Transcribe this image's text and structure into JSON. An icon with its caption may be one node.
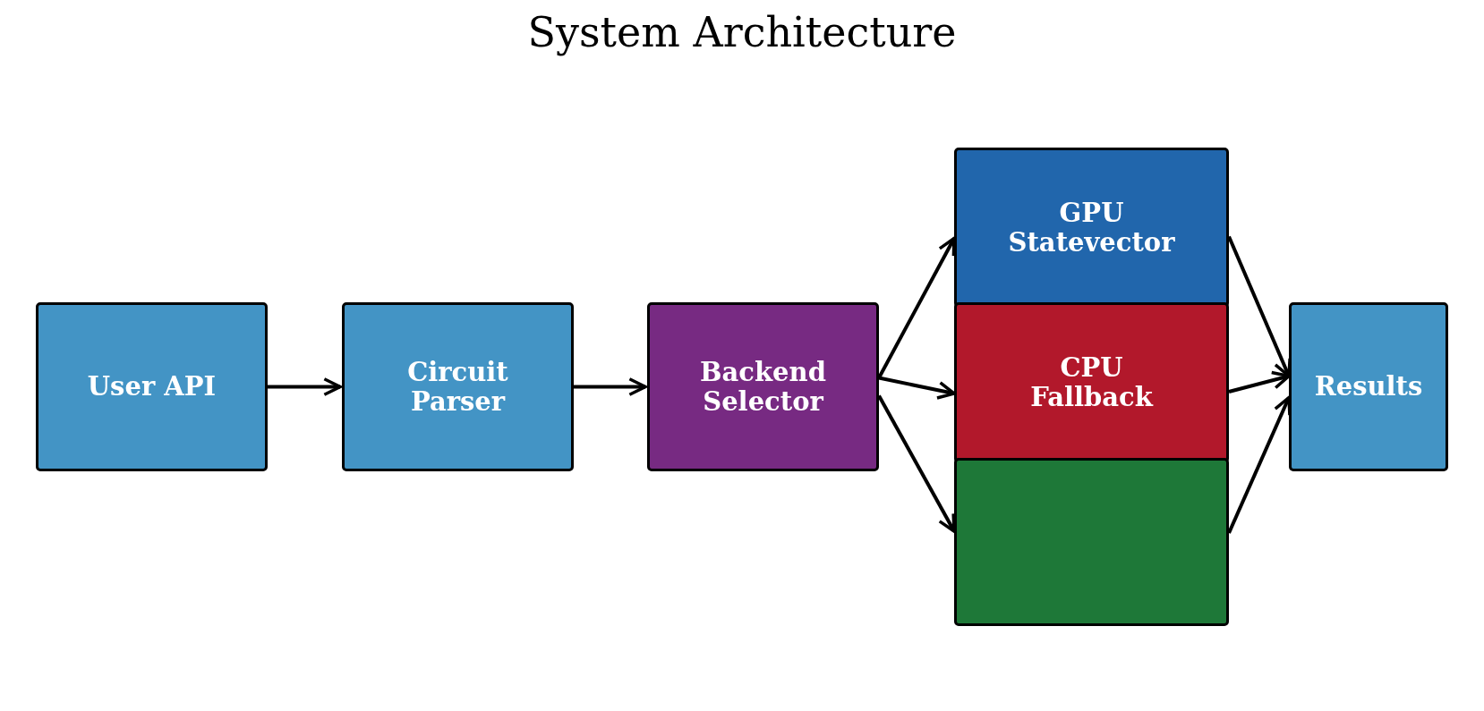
{
  "diagram": {
    "title": "System Architecture",
    "nodes": [
      {
        "text": [
          "User API"
        ]
      },
      {
        "text": [
          "Circuit Parser"
        ]
      },
      {
        "text": [
          "Backend Selector"
        ]
      },
      {
        "text": [
          "GPU Statevector"
        ]
      },
      {
        "text": [
          "CPU Fallback"
        ]
      },
      {
        "text": [],
        "shape": "box"
      },
      {
        "text": [
          "Results"
        ]
      }
    ],
    "edges": [
      {
        "from": 0,
        "to": 1,
        "arrow": "to"
      },
      {
        "from": 1,
        "to": 2,
        "arrow": "to"
      },
      {
        "from": 2,
        "to": 3,
        "arrow": "to"
      },
      {
        "from": 2,
        "to": 4,
        "arrow": "to"
      },
      {
        "from": 2,
        "to": 5,
        "arrow": "to"
      },
      {
        "from": 3,
        "to": 6,
        "arrow": "to"
      },
      {
        "from": 4,
        "to": 6,
        "arrow": "to"
      },
      {
        "from": 5,
        "to": 6,
        "arrow": "to"
      }
    ]
  }
}
